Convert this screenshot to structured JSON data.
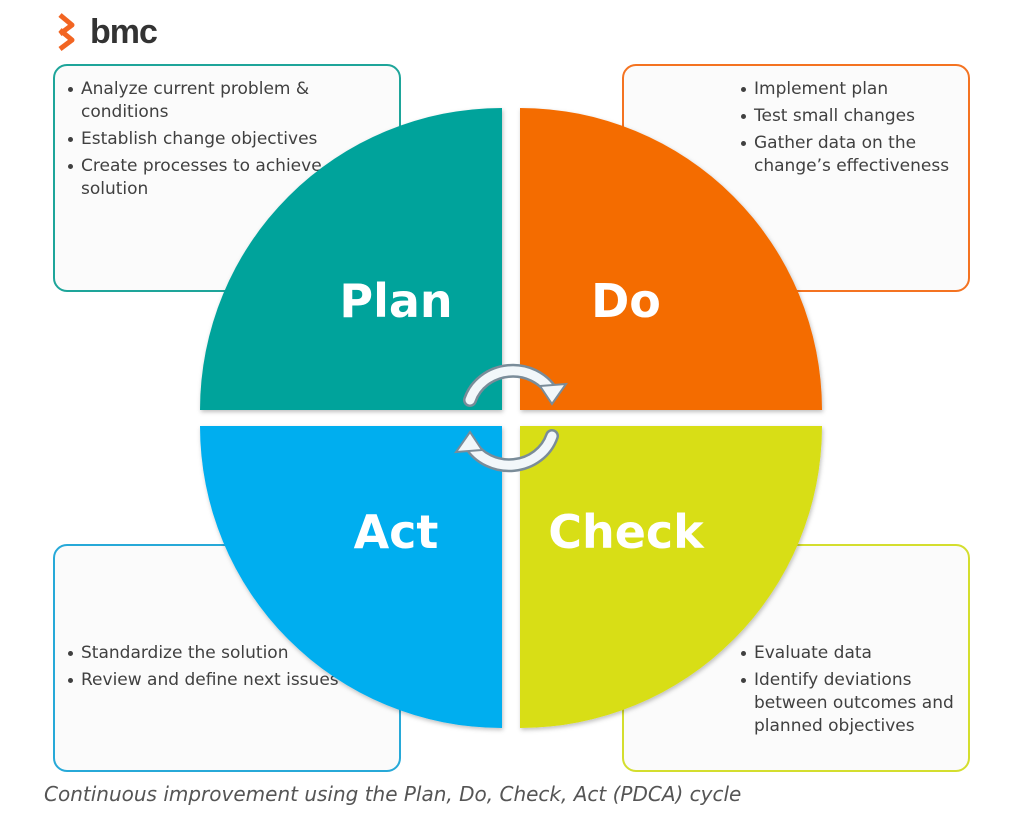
{
  "brand": {
    "name": "bmc"
  },
  "colors": {
    "plan": "#00a39b",
    "do": "#f46c00",
    "check": "#d8de12",
    "act": "#00aeef"
  },
  "quadrants": {
    "plan": {
      "label": "Plan",
      "bullets": [
        "Analyze current problem  & conditions",
        "Establish change objectives",
        "Create processes to achieve solution"
      ]
    },
    "do": {
      "label": "Do",
      "bullets": [
        "Implement plan",
        "Test small changes",
        "Gather data on the change’s effectiveness"
      ]
    },
    "check": {
      "label": "Check",
      "bullets": [
        "Evaluate data",
        "Identify deviations between outcomes and planned objectives"
      ]
    },
    "act": {
      "label": "Act",
      "bullets": [
        "Standardize the solution",
        "Review and define next issues"
      ]
    }
  },
  "cycle_icon": "circular-arrows-icon",
  "caption": "Continuous improvement using the Plan, Do, Check, Act (PDCA) cycle"
}
